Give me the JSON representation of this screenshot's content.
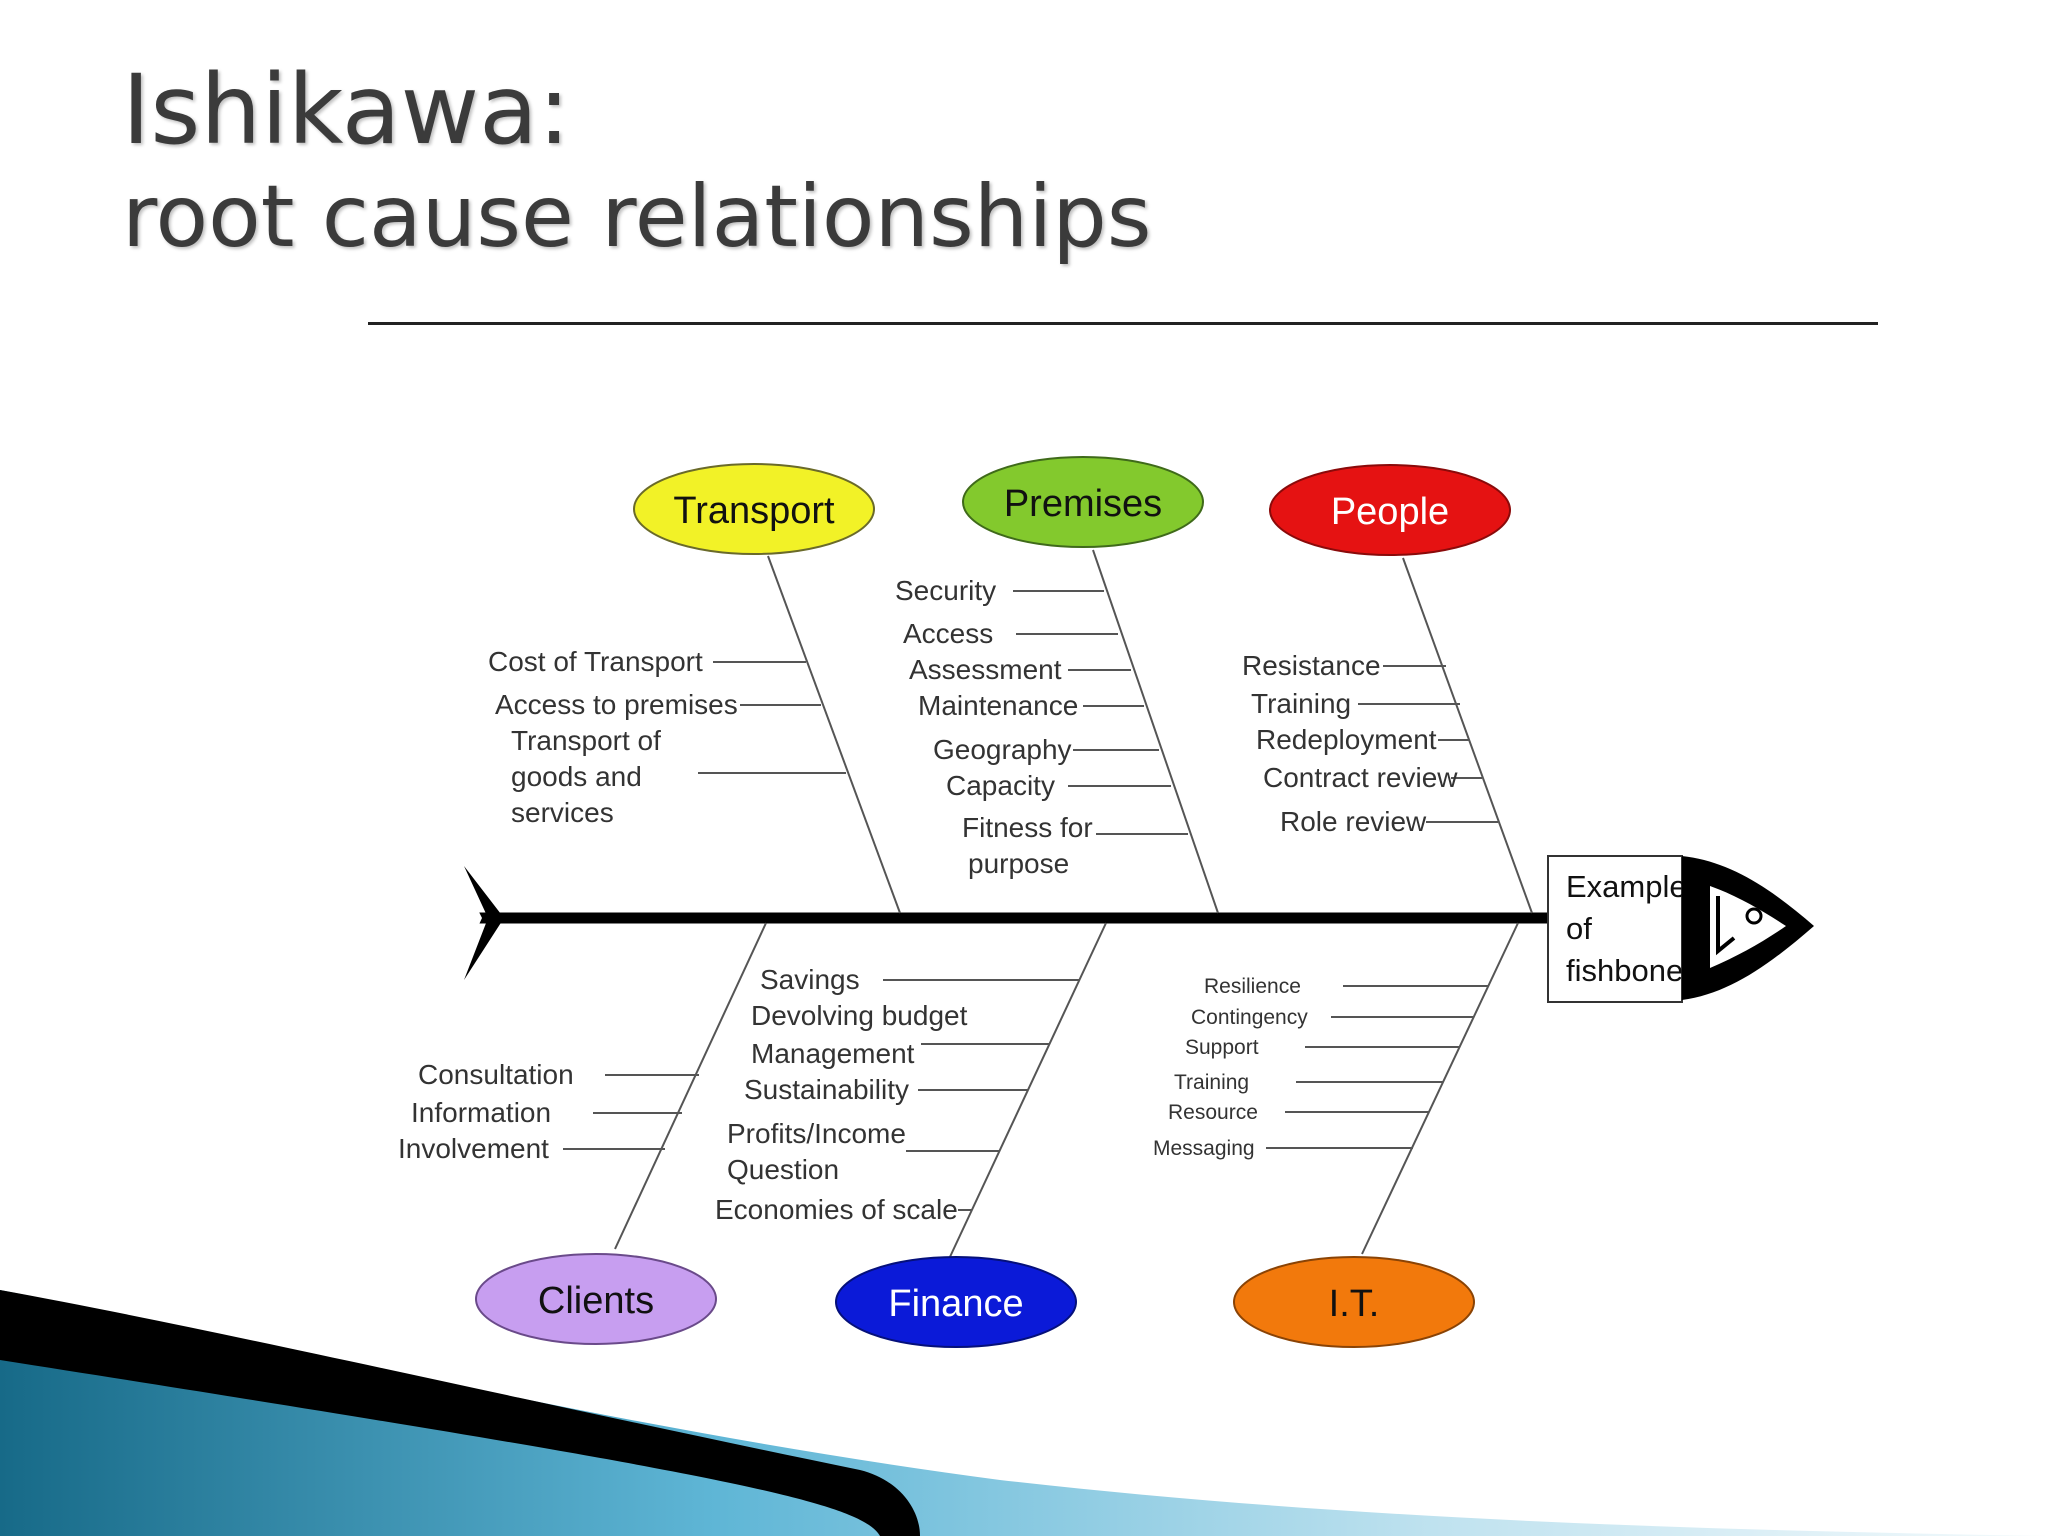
{
  "slide": {
    "title": "Ishikawa:",
    "subtitle": "root cause relationships"
  },
  "diagram": {
    "effect_lines": [
      "Example",
      "of",
      "fishbone"
    ],
    "categories": {
      "transport": {
        "label": "Transport",
        "color": "#f2f227",
        "text_color": "#111111"
      },
      "premises": {
        "label": "Premises",
        "color": "#83c92d",
        "text_color": "#111111"
      },
      "people": {
        "label": "People",
        "color": "#e51212",
        "text_color": "#ffffff"
      },
      "clients": {
        "label": "Clients",
        "color": "#c79ef0",
        "text_color": "#111111"
      },
      "finance": {
        "label": "Finance",
        "color": "#0b1ad8",
        "text_color": "#ffffff"
      },
      "it": {
        "label": "I.T.",
        "color": "#f2790c",
        "text_color": "#111111"
      }
    },
    "causes": {
      "transport": [
        "Cost of Transport",
        "Access to premises",
        "Transport of",
        "goods and",
        "services"
      ],
      "premises": [
        "Security",
        "Access",
        "Assessment",
        "Maintenance",
        "Geography",
        "Capacity",
        "Fitness for",
        "purpose"
      ],
      "people": [
        "Resistance",
        "Training",
        "Redeployment",
        "Contract review",
        "Role review"
      ],
      "clients": [
        "Consultation",
        "Information",
        "Involvement"
      ],
      "finance": [
        "Savings",
        "Devolving budget",
        "Management",
        "Sustainability",
        "Profits/Income",
        "Question",
        "Economies of scale"
      ],
      "it": [
        "Resilience",
        "Contingency",
        "Support",
        "Training",
        "Resource",
        "Messaging"
      ]
    },
    "icons": [
      "close-icon",
      "fish-tail-icon",
      "fish-head-icon"
    ]
  }
}
